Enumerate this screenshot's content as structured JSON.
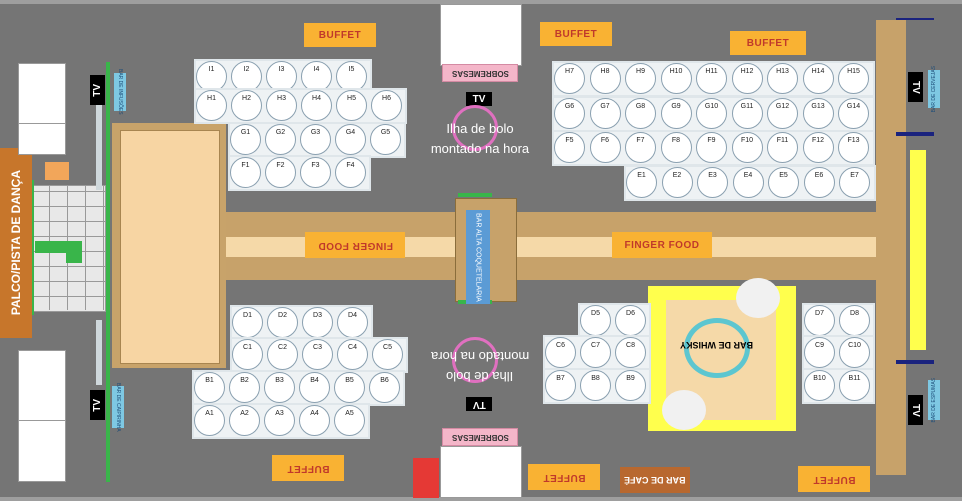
{
  "colors": {
    "floor": "#757575",
    "buffet": "#f9b233",
    "corridor": "#f5d9a8",
    "whisky_area": "#ffff4d",
    "table": "#ffffff",
    "accent_blue": "#5b9bd5",
    "red": "#e53935",
    "green": "#39b54a"
  },
  "labels": {
    "buffet": "BUFFET",
    "buffet_rot": "BUFFET",
    "finger_food": "FINGER FOOD",
    "sobremesas": "SOBREMESAS",
    "tv": "TV",
    "ilha_top_1": "Ilha de bolo",
    "ilha_top_2": "montado na hora",
    "ilha_bottom_1": "Ilha de bolo",
    "ilha_bottom_2": "montado na hora",
    "palco": "PALCO/PISTA DE DANÇA",
    "bar_infusoes": "BAR DE INFUSÕES",
    "bar_caipirinha": "BAR DE CAIPIRINHA",
    "bar_alta": "BAR ALTA COQUETELARIA",
    "bar_whisky": "BAR DE WHISKY",
    "bar_cafe": "BAR DE CAFÉ",
    "bar_cervejas": "BAR DE CERVEJAS",
    "bar_espumas": "BAR DE ESPUMAS"
  },
  "tables": {
    "I": [
      "I1",
      "I2",
      "I3",
      "I4",
      "I5"
    ],
    "H_left": [
      "H1",
      "H2",
      "H3",
      "H4",
      "H5",
      "H6"
    ],
    "G_left": [
      "G1",
      "G2",
      "G3",
      "G4",
      "G5"
    ],
    "F_left": [
      "F1",
      "F2",
      "F3",
      "F4"
    ],
    "D_left": [
      "D1",
      "D2",
      "D3",
      "D4"
    ],
    "C_left": [
      "C1",
      "C2",
      "C3",
      "C4",
      "C5"
    ],
    "B_left": [
      "B1",
      "B2",
      "B3",
      "B4",
      "B5",
      "B6"
    ],
    "A": [
      "A1",
      "A2",
      "A3",
      "A4",
      "A5"
    ],
    "H_right": [
      "H7",
      "H8",
      "H9",
      "H10",
      "H11",
      "H12",
      "H13",
      "H14",
      "H15"
    ],
    "G_right": [
      "G6",
      "G7",
      "G8",
      "G9",
      "G10",
      "G11",
      "G12",
      "G13",
      "G14"
    ],
    "F_right": [
      "F5",
      "F6",
      "F7",
      "F8",
      "F9",
      "F10",
      "F11",
      "F12",
      "F13"
    ],
    "E": [
      "E1",
      "E2",
      "E3",
      "E4",
      "E5",
      "E6",
      "E7"
    ],
    "D_mid": [
      "D5",
      "D6"
    ],
    "C_mid": [
      "C6",
      "C7",
      "C8"
    ],
    "B_mid": [
      "B7",
      "B8",
      "B9"
    ],
    "D_right": [
      "D7",
      "D8"
    ],
    "C_right": [
      "C9",
      "C10"
    ],
    "B_right": [
      "B10",
      "B11"
    ]
  }
}
